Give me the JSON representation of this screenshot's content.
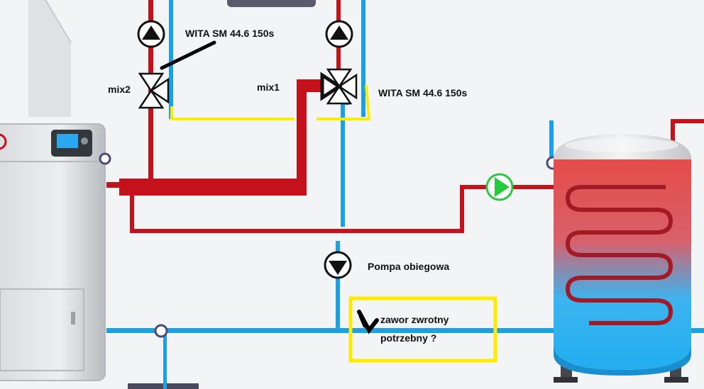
{
  "labels": {
    "pump_model_left": "WITA SM 44.6 150s",
    "pump_model_right": "WITA SM 44.6 150s",
    "valve_left": "mix2",
    "valve_right": "mix1",
    "circulation_pump": "Pompa obiegowa",
    "question_line1": "zawor zwrotny",
    "question_line2": "potrzebny ?"
  },
  "colors": {
    "supply_pipe": "#c4121c",
    "return_pipe": "#1aa0e6",
    "highlight": "#ffeb00",
    "annotation": "#000000",
    "tank_pump": "#27c93f"
  }
}
